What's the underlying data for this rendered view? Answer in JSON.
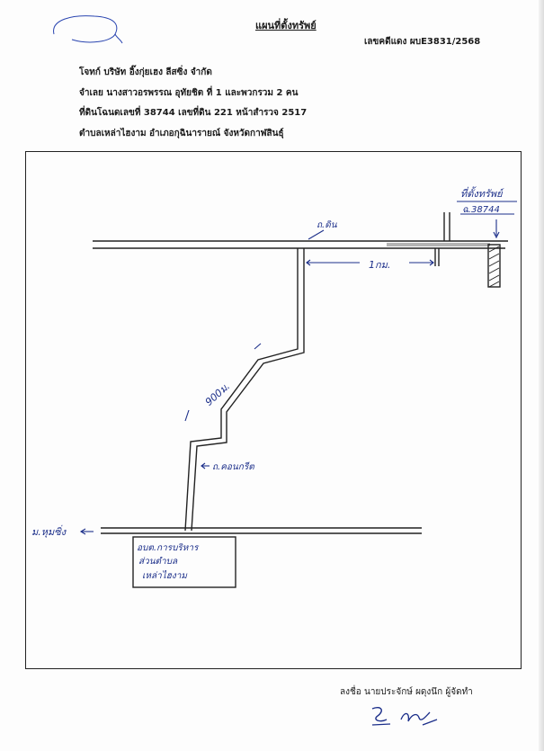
{
  "header": {
    "title": "แผนที่ตั้งทรัพย์",
    "case_number": "เลขคดีแดง ผบE3831/2568"
  },
  "info": {
    "plaintiff": "โจทก์ บริษัท อิ๊งกุ่ยเฮง ลีสซิ่ง จำกัด",
    "defendant": "จำเลย นางสาวอรพรรณ อุทัยชิต ที่ 1 และพวกรวม 2 คน",
    "deed": "ที่ดินโฉนดเลขที่ 38744 เลขที่ดิน 221 หน้าสำรวจ 2517",
    "location": "ตำบลเหล่าไฮงาม อำเภอกุฉินารายณ์ จังหวัดกาฬสินธุ์"
  },
  "map": {
    "property_label": "ที่ตั้งทรัพย์",
    "deed_label": "ฉ.38744",
    "dirt_road_label": "ถ.ดิน",
    "distance_1": "1กม.",
    "distance_2": "900ม.",
    "concrete_road_label": "ถ.คอนกรีต",
    "village_label": "ม.หุมซิ่ง",
    "sao_box_lines": [
      "อบต.การบริหาร",
      "ส่วนตำบล",
      "เหล่าไฮงาม"
    ]
  },
  "signature": {
    "caption": "ลงชื่อ นายประจักษ์ ผดุงนึก ผู้จัดทำ"
  },
  "colors": {
    "ink": "#1c2f8a",
    "line": "#222222"
  }
}
